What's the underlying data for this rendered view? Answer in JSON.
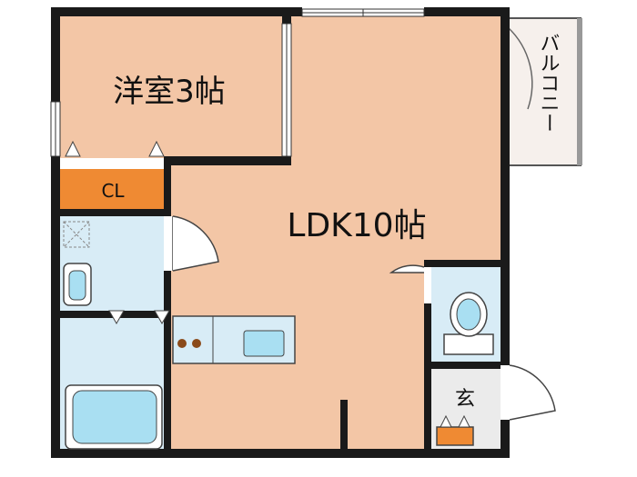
{
  "floor_plan": {
    "rooms": {
      "western_room": {
        "label": "洋室3帖"
      },
      "ldk": {
        "label": "LDK10帖"
      },
      "closet": {
        "label": "CL"
      },
      "balcony": {
        "label": "バルコニー"
      },
      "entrance": {
        "label": "玄"
      }
    },
    "colors": {
      "room_fill": "#f3c6a6",
      "wet_area_fill": "#d8ecf6",
      "closet_fill": "#ef8a33",
      "balcony_fill": "#f6f0ec",
      "entrance_fill": "#ebebeb",
      "wall": "#1a1a1a",
      "fixture_fill": "#a9dff2"
    }
  }
}
